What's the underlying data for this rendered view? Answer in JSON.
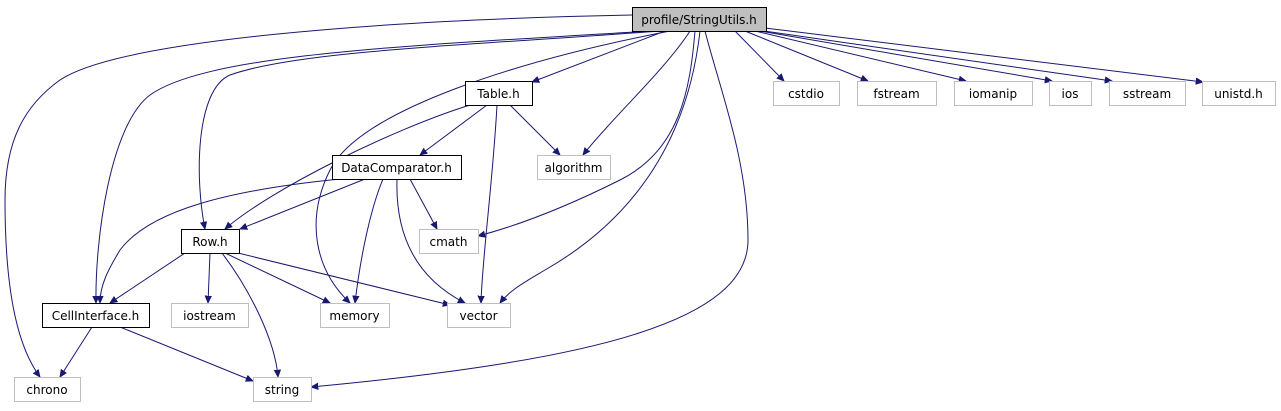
{
  "graph": {
    "nodes": {
      "root": {
        "label": "profile/StringUtils.h",
        "kind": "root"
      },
      "table": {
        "label": "Table.h",
        "kind": "local"
      },
      "datacomp": {
        "label": "DataComparator.h",
        "kind": "local"
      },
      "row": {
        "label": "Row.h",
        "kind": "local"
      },
      "cell": {
        "label": "CellInterface.h",
        "kind": "local"
      },
      "algorithm": {
        "label": "algorithm",
        "kind": "system"
      },
      "cmath": {
        "label": "cmath",
        "kind": "system"
      },
      "cstdio": {
        "label": "cstdio",
        "kind": "system"
      },
      "fstream": {
        "label": "fstream",
        "kind": "system"
      },
      "iomanip": {
        "label": "iomanip",
        "kind": "system"
      },
      "ios": {
        "label": "ios",
        "kind": "system"
      },
      "sstream": {
        "label": "sstream",
        "kind": "system"
      },
      "unistd": {
        "label": "unistd.h",
        "kind": "system"
      },
      "iostream": {
        "label": "iostream",
        "kind": "system"
      },
      "memory": {
        "label": "memory",
        "kind": "system"
      },
      "vector": {
        "label": "vector",
        "kind": "system"
      },
      "chrono": {
        "label": "chrono",
        "kind": "system"
      },
      "string": {
        "label": "string",
        "kind": "system"
      }
    },
    "edges": [
      [
        "root",
        "table"
      ],
      [
        "root",
        "cstdio"
      ],
      [
        "root",
        "fstream"
      ],
      [
        "root",
        "iomanip"
      ],
      [
        "root",
        "ios"
      ],
      [
        "root",
        "sstream"
      ],
      [
        "root",
        "unistd"
      ],
      [
        "root",
        "algorithm"
      ],
      [
        "root",
        "cmath"
      ],
      [
        "root",
        "vector"
      ],
      [
        "root",
        "string"
      ],
      [
        "root",
        "memory"
      ],
      [
        "root",
        "row"
      ],
      [
        "root",
        "cell"
      ],
      [
        "root",
        "chrono"
      ],
      [
        "table",
        "datacomp"
      ],
      [
        "table",
        "algorithm"
      ],
      [
        "table",
        "row"
      ],
      [
        "table",
        "vector"
      ],
      [
        "datacomp",
        "row"
      ],
      [
        "datacomp",
        "cell"
      ],
      [
        "datacomp",
        "cmath"
      ],
      [
        "datacomp",
        "memory"
      ],
      [
        "datacomp",
        "vector"
      ],
      [
        "row",
        "cell"
      ],
      [
        "row",
        "iostream"
      ],
      [
        "row",
        "memory"
      ],
      [
        "row",
        "vector"
      ],
      [
        "row",
        "string"
      ],
      [
        "cell",
        "chrono"
      ],
      [
        "cell",
        "string"
      ]
    ]
  }
}
